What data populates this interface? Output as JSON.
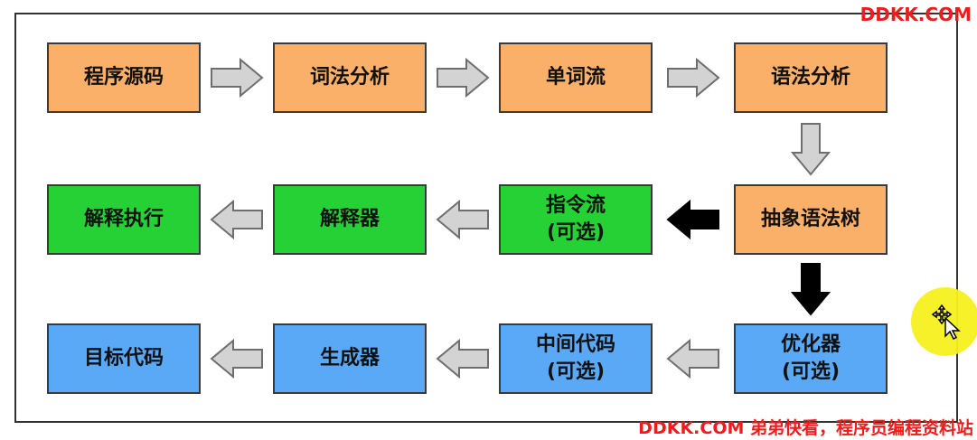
{
  "watermark": {
    "top": "DDKK.COM",
    "bottom": "DDKK.COM 弟弟快看，程序员编程资料站"
  },
  "colors": {
    "orange": "#fbb06a",
    "green": "#26d136",
    "blue": "#5aa9f7",
    "arrow_gray": "#d3d3d3",
    "arrow_black": "#000000",
    "watermark_red": "#ee1c1c",
    "cursor_yellow": "#f6f01d"
  },
  "cursor": {
    "icon": "move-cursor-icon"
  },
  "nodes": [
    {
      "id": "source-code",
      "lines": [
        "程序源码"
      ],
      "color": "orange"
    },
    {
      "id": "lexical-analysis",
      "lines": [
        "词法分析"
      ],
      "color": "orange"
    },
    {
      "id": "token-stream",
      "lines": [
        "单词流"
      ],
      "color": "orange"
    },
    {
      "id": "syntax-analysis",
      "lines": [
        "语法分析"
      ],
      "color": "orange"
    },
    {
      "id": "ast",
      "lines": [
        "抽象语法树"
      ],
      "color": "orange"
    },
    {
      "id": "instruction-stream",
      "lines": [
        "指令流",
        "(可选)"
      ],
      "color": "green"
    },
    {
      "id": "interpreter",
      "lines": [
        "解释器"
      ],
      "color": "green"
    },
    {
      "id": "interpret-execute",
      "lines": [
        "解释执行"
      ],
      "color": "green"
    },
    {
      "id": "optimizer",
      "lines": [
        "优化器",
        "(可选)"
      ],
      "color": "blue"
    },
    {
      "id": "intermediate-code",
      "lines": [
        "中间代码",
        "(可选)"
      ],
      "color": "blue"
    },
    {
      "id": "generator",
      "lines": [
        "生成器"
      ],
      "color": "blue"
    },
    {
      "id": "target-code",
      "lines": [
        "目标代码"
      ],
      "color": "blue"
    }
  ],
  "edges": [
    {
      "from": "source-code",
      "to": "lexical-analysis",
      "style": "gray"
    },
    {
      "from": "lexical-analysis",
      "to": "token-stream",
      "style": "gray"
    },
    {
      "from": "token-stream",
      "to": "syntax-analysis",
      "style": "gray"
    },
    {
      "from": "syntax-analysis",
      "to": "ast",
      "style": "gray"
    },
    {
      "from": "ast",
      "to": "instruction-stream",
      "style": "black"
    },
    {
      "from": "instruction-stream",
      "to": "interpreter",
      "style": "gray"
    },
    {
      "from": "interpreter",
      "to": "interpret-execute",
      "style": "gray"
    },
    {
      "from": "ast",
      "to": "optimizer",
      "style": "black"
    },
    {
      "from": "optimizer",
      "to": "intermediate-code",
      "style": "gray"
    },
    {
      "from": "intermediate-code",
      "to": "generator",
      "style": "gray"
    },
    {
      "from": "generator",
      "to": "target-code",
      "style": "gray"
    }
  ]
}
